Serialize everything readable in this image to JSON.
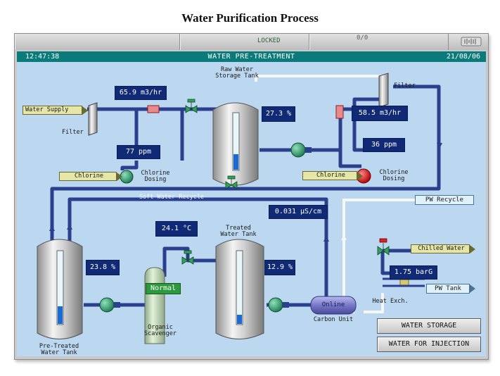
{
  "document": {
    "title": "Water Purification Process"
  },
  "top_bar": {
    "status": "LOCKED",
    "count": "0/0"
  },
  "title_bar": {
    "time": "12:47:38",
    "title": "WATER PRE-TREATMENT",
    "date": "21/08/06"
  },
  "raw_tank": {
    "label_line1": "Raw Water",
    "label_line2": "Storage Tank",
    "level": "27.3 %"
  },
  "pre_treated_tank": {
    "label_line1": "Pre-Treated",
    "label_line2": "Water Tank",
    "level": "23.8 %"
  },
  "treated_tank": {
    "label_line1": "Treated",
    "label_line2": "Water Tank",
    "level": "12.9 %"
  },
  "inlet": {
    "water_supply": "Water Supply",
    "filter": "Filter",
    "flow": "65.9 m3/hr",
    "chlorine_ppm": "77 ppm"
  },
  "left_dosing": {
    "tag": "Chlorine",
    "label_line1": "Chlorine",
    "label_line2": "Dosing"
  },
  "right_loop": {
    "filter": "Filter",
    "flow": "58.5 m3/hr",
    "chlorine_ppm": "36 ppm"
  },
  "right_dosing": {
    "tag": "Chlorine",
    "label_line1": "Chlorine",
    "label_line2": "Dosing"
  },
  "soft_water_recycle": "Soft Water Recycle",
  "conductivity": "0.031 µS/cm",
  "temperature": "24.1 °C",
  "scavenger": {
    "status": "Normal",
    "label_line1": "Organic",
    "label_line2": "Scavenger"
  },
  "carbon_unit": {
    "status": "Online",
    "label": "Carbon Unit"
  },
  "pw_recycle": "PW Recycle",
  "chilled_water": "Chilled Water",
  "heat_exchanger": {
    "pressure": "1.75 barG",
    "label": "Heat Exch."
  },
  "pw_tank": "PW Tank",
  "buttons": {
    "water_storage": "WATER STORAGE",
    "water_for_injection": "WATER FOR INJECTION"
  },
  "level_fractions": {
    "raw": 0.273,
    "pre_treated": 0.238,
    "treated": 0.129
  },
  "colors": {
    "pipe": "#2b3f8f",
    "pipe_white": "#f4f6f8",
    "panel": "#bcd7f0",
    "readout": "#102a75",
    "title_bar": "#0a7a7a",
    "pump": "#2e9a6a",
    "chlorine_pump": "#d42121"
  }
}
